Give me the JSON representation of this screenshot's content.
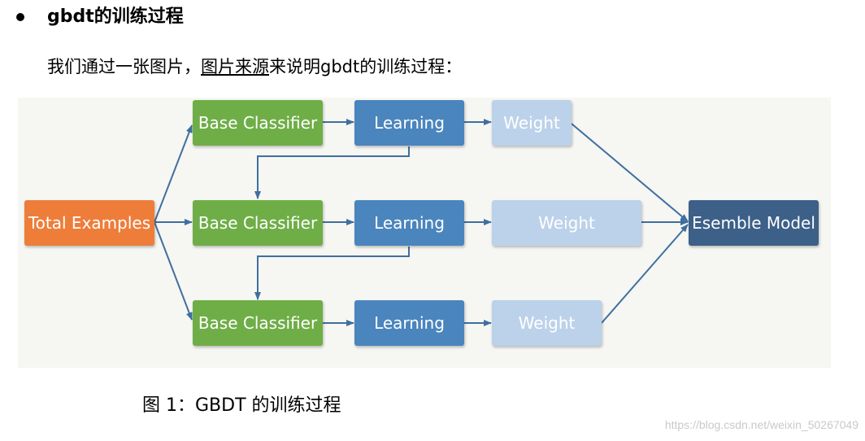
{
  "section": {
    "heading": "gbdt的训练过程"
  },
  "intro": {
    "text_before": "我们通过一张图片，",
    "link_text": "图片来源",
    "text_after": "来说明gbdt的训练过程："
  },
  "diagram": {
    "input_label": "Total Examples",
    "rows": [
      {
        "classifier": "Base Classifier",
        "learning": "Learning",
        "weight": "Weight"
      },
      {
        "classifier": "Base Classifier",
        "learning": "Learning",
        "weight": "Weight"
      },
      {
        "classifier": "Base Classifier",
        "learning": "Learning",
        "weight": "Weight"
      }
    ],
    "output_label": "Esemble Model",
    "colors": {
      "input": "#ee7d3a",
      "classifier": "#6fae47",
      "learning": "#4a85bd",
      "weight": "#bcd2ea",
      "output": "#3c6088",
      "arrow": "#3f6f9e"
    }
  },
  "caption": "图 1：GBDT 的训练过程",
  "watermark": "https://blog.csdn.net/weixin_50267049"
}
